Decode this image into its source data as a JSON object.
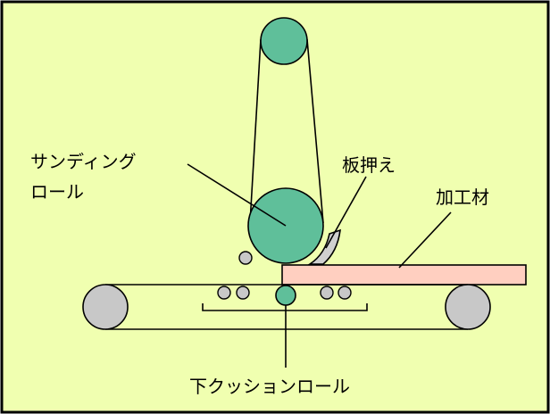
{
  "labels": {
    "sanding_roll_line1": "サンディング",
    "sanding_roll_line2": "ロール",
    "plate_presser": "板押え",
    "workpiece": "加工材",
    "lower_cushion_roll": "下クッションロール"
  },
  "colors": {
    "background": "#F0FFB0",
    "border": "#000000",
    "sanding_roll": "#5FBF9A",
    "conveyor_roll": "#C8C8C8",
    "small_roll": "#C8C8C8",
    "workpiece": "#FFCFC0",
    "plate_presser": "#D0D0D0",
    "line": "#000000"
  }
}
